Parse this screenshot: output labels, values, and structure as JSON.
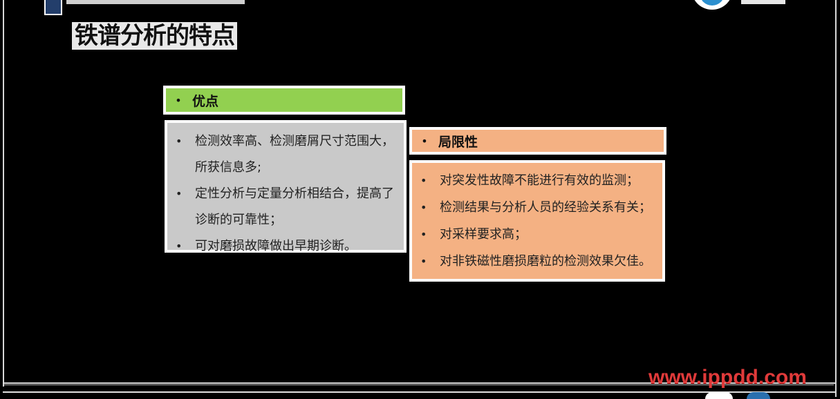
{
  "slide": {
    "title": "铁谱分析的特点",
    "background_color": "#000000"
  },
  "pros": {
    "header": {
      "bullet": "•",
      "label": "优点",
      "color": "#92d050"
    },
    "body_color": "#c9c9c9",
    "items": [
      {
        "bullet": "•",
        "text": "检测效率高、检测磨屑尺寸范围大，所获信息多;"
      },
      {
        "bullet": "•",
        "text": "定性分析与定量分析相结合，提高了诊断的可靠性；"
      },
      {
        "bullet": "•",
        "text": "可对磨损故障做出早期诊断。"
      }
    ]
  },
  "cons": {
    "header": {
      "bullet": "•",
      "label": "局限性",
      "color": "#f4b183"
    },
    "body_color": "#f4b183",
    "items": [
      {
        "bullet": "•",
        "text": "对突发性故障不能进行有效的监测；"
      },
      {
        "bullet": "•",
        "text": "检测结果与分析人员的经验关系有关；"
      },
      {
        "bullet": "•",
        "text": "对采样要求高；"
      },
      {
        "bullet": "•",
        "text": "对非铁磁性磨损磨粒的检测效果欠佳。"
      }
    ]
  },
  "watermark": {
    "text": "www.ippdd.com",
    "color": "#e03a3a"
  }
}
